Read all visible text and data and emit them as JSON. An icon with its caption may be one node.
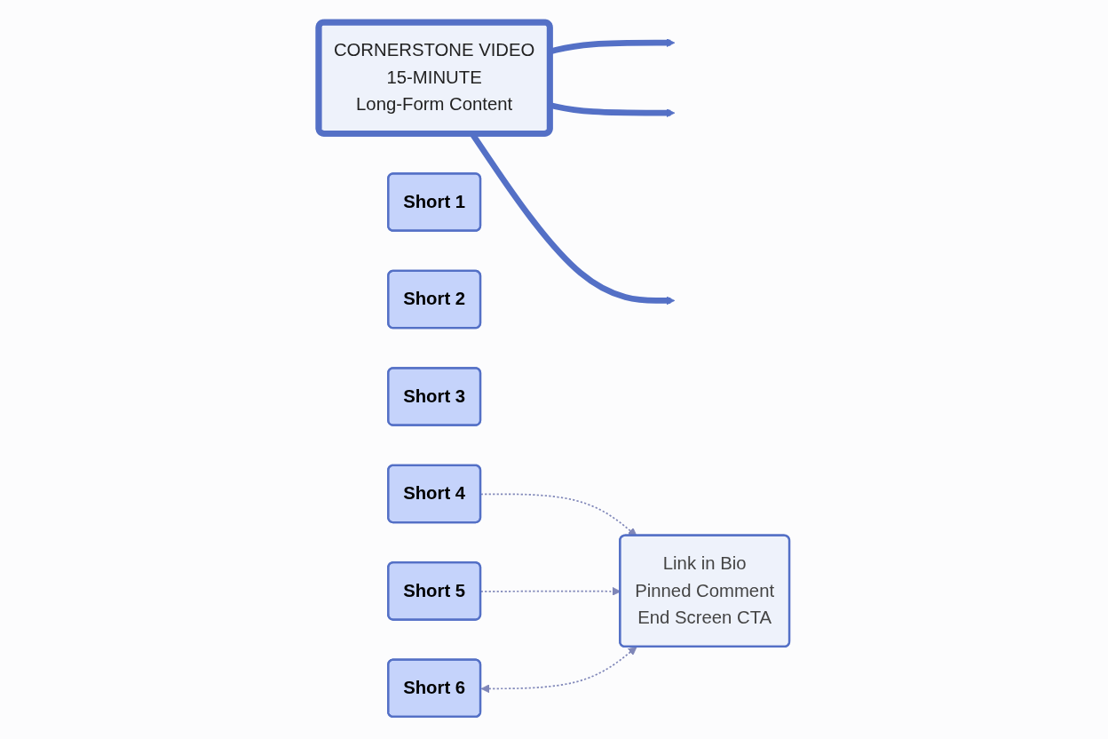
{
  "diagram": {
    "nodes": [
      {
        "text": [
          "CORNERSTONE VIDEO",
          "15-MINUTE",
          "Long-Form Content"
        ]
      },
      {
        "text": [
          "Short 1"
        ]
      },
      {
        "text": [
          "Short 2"
        ]
      },
      {
        "text": [
          "Short 3"
        ]
      },
      {
        "text": [
          "Short 4"
        ]
      },
      {
        "text": [
          "Short 5"
        ]
      },
      {
        "text": [
          "Short 6"
        ]
      },
      {
        "text": [
          "Link in Bio",
          "Pinned Comment",
          "End Screen CTA"
        ]
      }
    ],
    "edges": [
      {
        "from": 0,
        "to": null,
        "arrow": "to",
        "style": "thick"
      },
      {
        "from": 0,
        "to": null,
        "arrow": "to",
        "style": "thick"
      },
      {
        "from": 0,
        "to": null,
        "arrow": "to",
        "style": "thick"
      },
      {
        "from": 4,
        "to": 7,
        "arrow": "to",
        "style": "dashed",
        "color": "#7f86b8"
      },
      {
        "from": 5,
        "to": 7,
        "arrow": "to",
        "style": "dashed",
        "color": "#7f86b8"
      },
      {
        "from": 6,
        "to": 7,
        "arrow": "both",
        "style": "dashed",
        "color": "#7f86b8"
      }
    ]
  }
}
